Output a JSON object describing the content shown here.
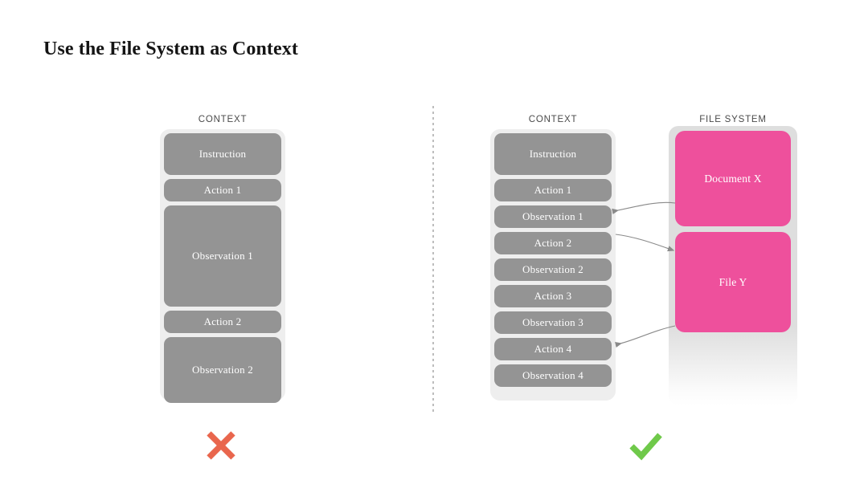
{
  "title": "Use the File System as Context",
  "colors": {
    "block_gray": "#949494",
    "block_pink": "#ee509c",
    "panel_gray": "#eeeeee",
    "cross_red": "#e9664d",
    "check_green": "#6fc94a",
    "arrow_gray": "#8a8a8a",
    "text_dark": "#141414"
  },
  "left_panel": {
    "label": "CONTEXT",
    "blocks": [
      {
        "label": "Instruction",
        "kind": "gray",
        "height": 52
      },
      {
        "label": "Action 1",
        "kind": "gray",
        "height": 28
      },
      {
        "label": "Observation 1",
        "kind": "gray",
        "height": 126
      },
      {
        "label": "Action 2",
        "kind": "gray",
        "height": 28
      },
      {
        "label": "Observation 2",
        "kind": "gray",
        "height": 82
      }
    ]
  },
  "right_panel": {
    "label": "CONTEXT",
    "blocks": [
      {
        "label": "Instruction",
        "kind": "gray",
        "height": 52
      },
      {
        "label": "Action 1",
        "kind": "gray",
        "height": 28
      },
      {
        "label": "Observation 1",
        "kind": "gray",
        "height": 28
      },
      {
        "label": "Action 2",
        "kind": "gray",
        "height": 28
      },
      {
        "label": "Observation 2",
        "kind": "gray",
        "height": 28
      },
      {
        "label": "Action 3",
        "kind": "gray",
        "height": 28
      },
      {
        "label": "Observation 3",
        "kind": "gray",
        "height": 28
      },
      {
        "label": "Action 4",
        "kind": "gray",
        "height": 28
      },
      {
        "label": "Observation 4",
        "kind": "gray",
        "height": 28
      }
    ]
  },
  "file_system": {
    "label": "FILE SYSTEM",
    "blocks": [
      {
        "label": "Document X",
        "kind": "pink",
        "height": 119
      },
      {
        "label": "File Y",
        "kind": "pink",
        "height": 125
      }
    ]
  },
  "arrows": [
    {
      "name": "document-x-to-observation-1",
      "from": "Document X",
      "to": "Observation 1",
      "direction": "left"
    },
    {
      "name": "action-2-to-file-y",
      "from": "Action 2",
      "to": "File Y",
      "direction": "right"
    },
    {
      "name": "file-y-to-action-4",
      "from": "File Y",
      "to": "Action 4",
      "direction": "left"
    }
  ],
  "verdicts": {
    "left": {
      "icon": "cross-icon",
      "meaning": "bad"
    },
    "right": {
      "icon": "checkmark-icon",
      "meaning": "good"
    }
  }
}
